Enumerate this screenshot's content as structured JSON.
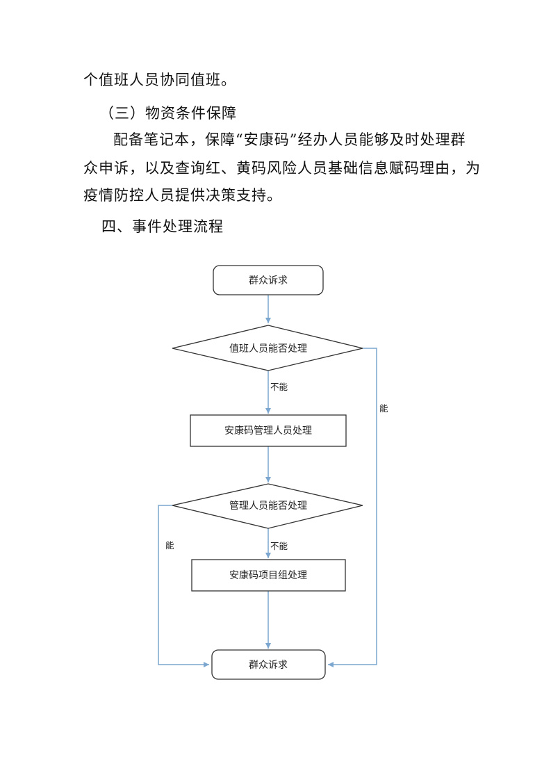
{
  "document": {
    "paragraphs": [
      "个值班人员协同值班。",
      "（三）物资条件保障",
      "配备笔记本，保障“安康码”经办人员能够及时处理群",
      "众申诉，以及查询红、黄码风险人员基础信息赋码理由，为",
      "疫情防控人员提供决策支持。",
      "四、事件处理流程"
    ]
  },
  "flowchart": {
    "start": "群众诉求",
    "decision1": "值班人员能否处理",
    "step1": "安康码管理人员处理",
    "decision2": "管理人员能否处理",
    "step2": "安康码项目组处理",
    "end": "群众诉求",
    "label_no_1": "不能",
    "label_no_2": "不能",
    "label_yes_1": "能",
    "label_yes_2": "能",
    "arrow_color": "#7aa6cf",
    "box_stroke": "#333333"
  }
}
